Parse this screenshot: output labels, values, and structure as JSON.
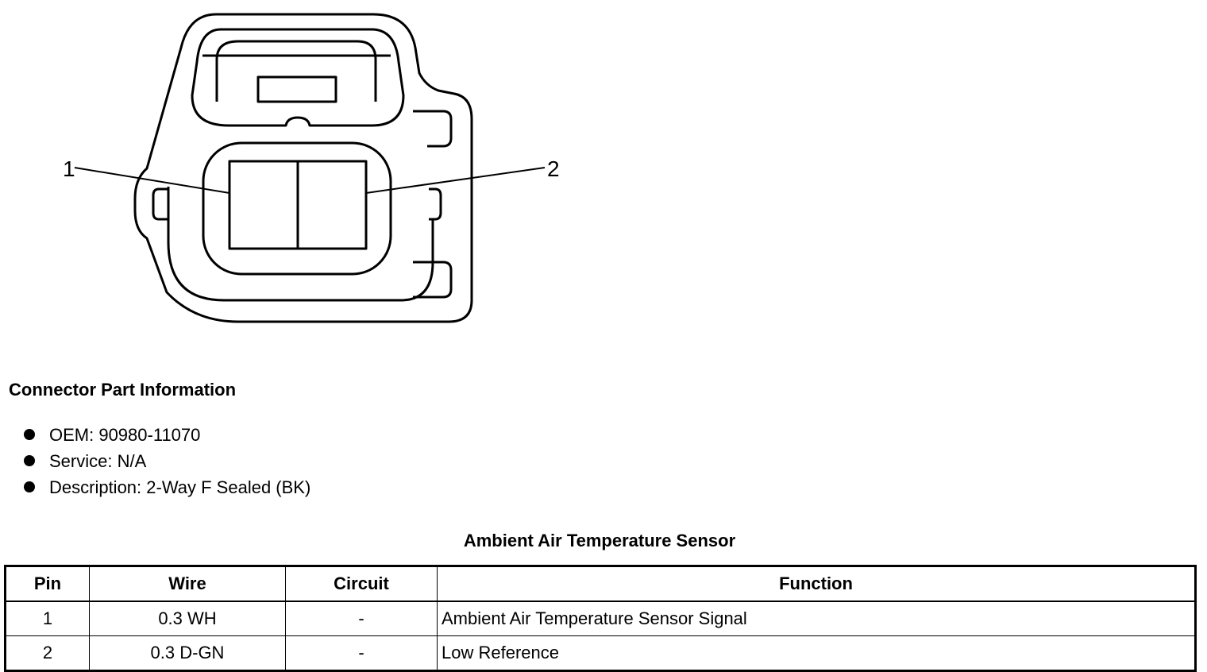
{
  "diagram": {
    "pin_labels": [
      "1",
      "2"
    ]
  },
  "connector_info": {
    "heading": "Connector Part Information",
    "items": [
      "OEM: 90980-11070",
      "Service: N/A",
      "Description: 2-Way F Sealed (BK)"
    ]
  },
  "table": {
    "title": "Ambient Air Temperature Sensor",
    "headers": [
      "Pin",
      "Wire",
      "Circuit",
      "Function"
    ],
    "rows": [
      [
        "1",
        "0.3 WH",
        "-",
        "Ambient Air Temperature Sensor Signal"
      ],
      [
        "2",
        "0.3 D-GN",
        "-",
        "Low Reference"
      ]
    ]
  }
}
